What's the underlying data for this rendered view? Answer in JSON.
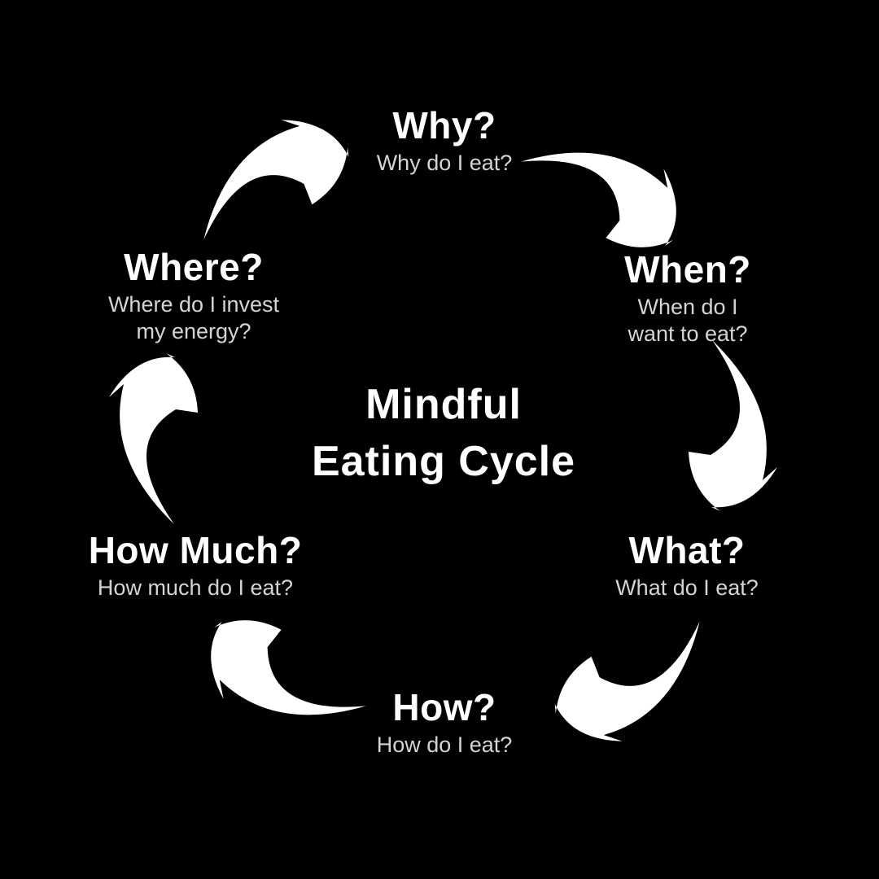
{
  "title": {
    "line1": "Mindful",
    "line2": "Eating Cycle"
  },
  "nodes": [
    {
      "id": "why",
      "heading": "Why?",
      "subtitle": "Why do I eat?"
    },
    {
      "id": "when",
      "heading": "When?",
      "subtitle": "When do I\nwant to eat?"
    },
    {
      "id": "what",
      "heading": "What?",
      "subtitle": "What do I eat?"
    },
    {
      "id": "how",
      "heading": "How?",
      "subtitle": "How do I eat?"
    },
    {
      "id": "how-much",
      "heading": "How Much?",
      "subtitle": "How much do I eat?"
    },
    {
      "id": "where",
      "heading": "Where?",
      "subtitle": "Where do I invest\nmy energy?"
    }
  ],
  "diagram": {
    "type": "cycle",
    "direction": "clockwise",
    "arrow_count": 6,
    "sequence": [
      "Why?",
      "When?",
      "What?",
      "How?",
      "How Much?",
      "Where?"
    ]
  },
  "colors": {
    "background": "#000000",
    "heading_text": "#ffffff",
    "subtitle_text": "#d4d4d4",
    "arrow": "#ffffff"
  }
}
